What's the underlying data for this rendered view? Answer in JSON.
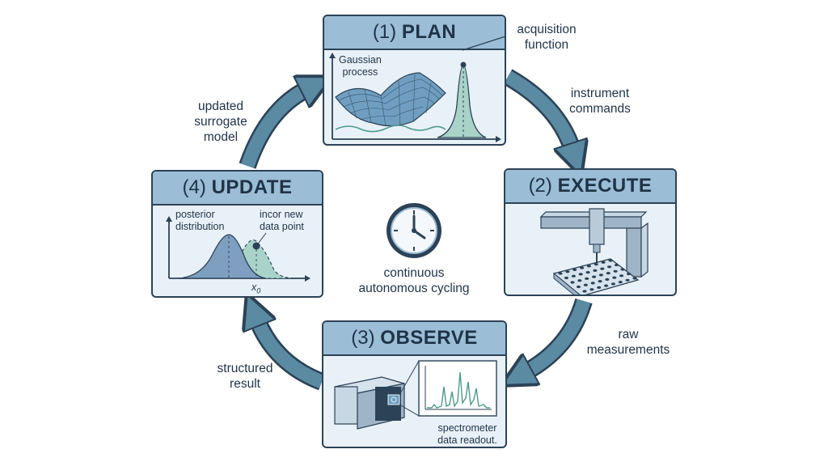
{
  "nodes": {
    "plan": {
      "number": "(1)",
      "word": "PLAN"
    },
    "execute": {
      "number": "(2)",
      "word": "EXECUTE"
    },
    "observe": {
      "number": "(3)",
      "word": "OBSERVE"
    },
    "update": {
      "number": "(4)",
      "word": "UPDATE"
    }
  },
  "plan_panel": {
    "surface_label_line1": "Gaussian",
    "surface_label_line2": "process",
    "callout_line1": "acquisition",
    "callout_line2": "function"
  },
  "update_panel": {
    "posterior_line1": "posterior",
    "posterior_line2": "distribution",
    "new_point_line1": "incor new",
    "new_point_line2": "data point",
    "x_axis_label": "x",
    "x_axis_subscript": "0"
  },
  "observe_panel": {
    "readout_line1": "spectrometer",
    "readout_line2": "data readout."
  },
  "arrows": {
    "plan_to_execute_line1": "instrument",
    "plan_to_execute_line2": "commands",
    "execute_to_observe_line1": "raw",
    "execute_to_observe_line2": "measurements",
    "observe_to_update_line1": "structured",
    "observe_to_update_line2": "result",
    "update_to_plan_line1": "updated",
    "update_to_plan_line2": "surrogate",
    "update_to_plan_line3": "model"
  },
  "center": {
    "caption_line1": "continuous",
    "caption_line2": "autonomous cycling",
    "icon": "clock-icon"
  },
  "colors": {
    "header": "#9bbdd6",
    "panel": "#e8f1f8",
    "outline": "#2c4256",
    "arrow": "#5b8aa3",
    "teal_fill": "#a9d3c9",
    "blue_fill": "#7e9fc0"
  }
}
